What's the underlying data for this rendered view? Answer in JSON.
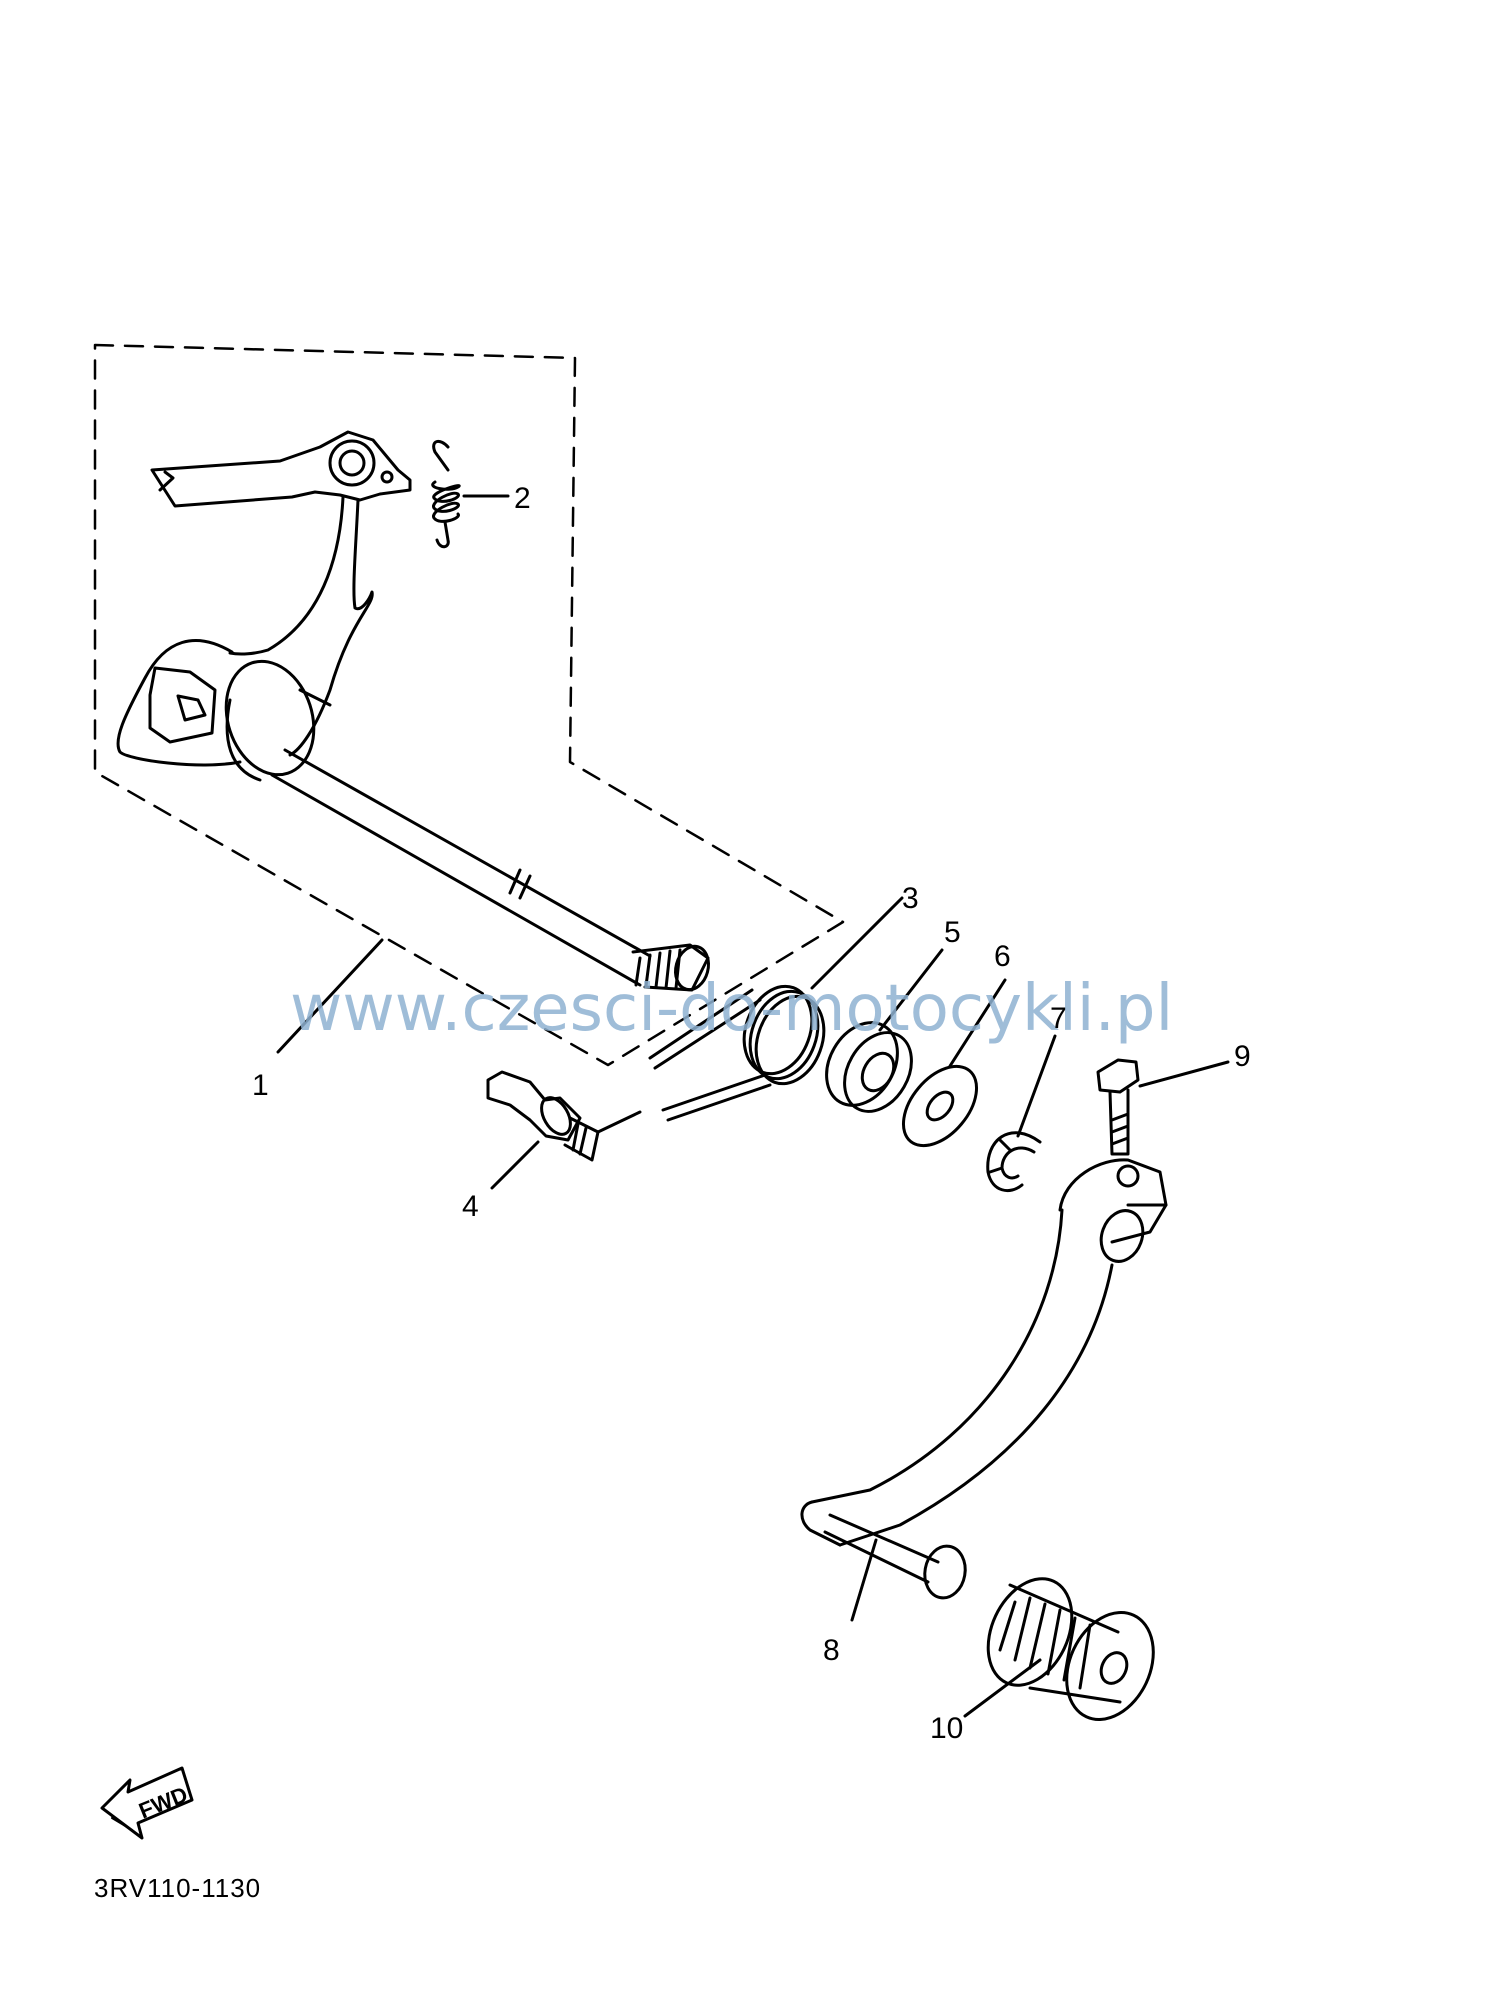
{
  "diagram": {
    "callouts": [
      {
        "id": "1",
        "label": "1"
      },
      {
        "id": "2",
        "label": "2"
      },
      {
        "id": "3",
        "label": "3"
      },
      {
        "id": "4",
        "label": "4"
      },
      {
        "id": "5",
        "label": "5"
      },
      {
        "id": "6",
        "label": "6"
      },
      {
        "id": "7",
        "label": "7"
      },
      {
        "id": "8",
        "label": "8"
      },
      {
        "id": "9",
        "label": "9"
      },
      {
        "id": "10",
        "label": "10"
      }
    ],
    "watermark": "www.czesci-do-motocykli.pl",
    "fwd_label": "FWD",
    "diagram_code": "3RV110-1130"
  }
}
